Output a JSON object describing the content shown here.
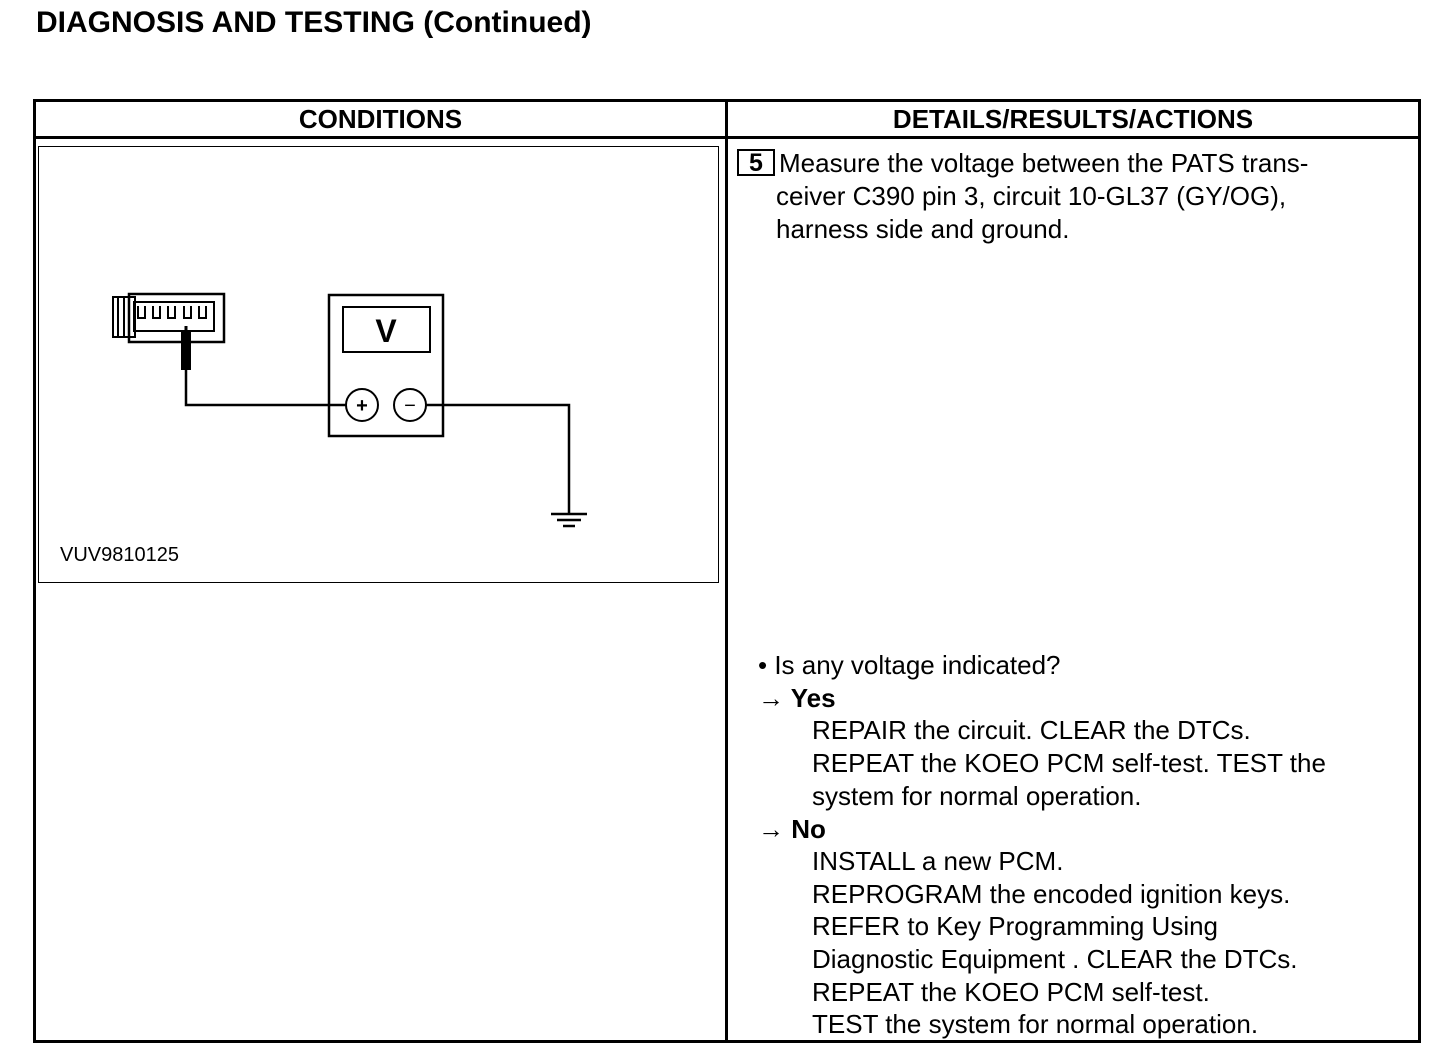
{
  "page": {
    "title": "DIAGNOSIS AND TESTING (Continued)"
  },
  "table": {
    "headers": {
      "conditions": "CONDITIONS",
      "details": "DETAILS/RESULTS/ACTIONS"
    }
  },
  "figure": {
    "id": "VUV9810125",
    "meter_label": "V",
    "plus_symbol": "+",
    "minus_symbol": "−",
    "icons": [
      "connector-icon",
      "voltmeter-icon",
      "ground-icon"
    ]
  },
  "step": {
    "number": "5",
    "instruction_lines": [
      "Measure the voltage between the PATS trans-",
      "ceiver C390 pin 3, circuit 10-GL37 (GY/OG),",
      "harness side and ground."
    ],
    "question": "• Is any voltage indicated?",
    "yes": {
      "label": "→ Yes",
      "lines": [
        "REPAIR the circuit. CLEAR the DTCs.",
        "REPEAT the KOEO PCM self-test. TEST the",
        "system for normal operation."
      ]
    },
    "no": {
      "label": "→ No",
      "lines": [
        "INSTALL a new PCM.",
        "REPROGRAM the encoded ignition keys.",
        "REFER to Key Programming Using",
        "Diagnostic Equipment . CLEAR the DTCs.",
        "REPEAT the KOEO PCM self-test.",
        "TEST the system for normal operation."
      ]
    }
  }
}
